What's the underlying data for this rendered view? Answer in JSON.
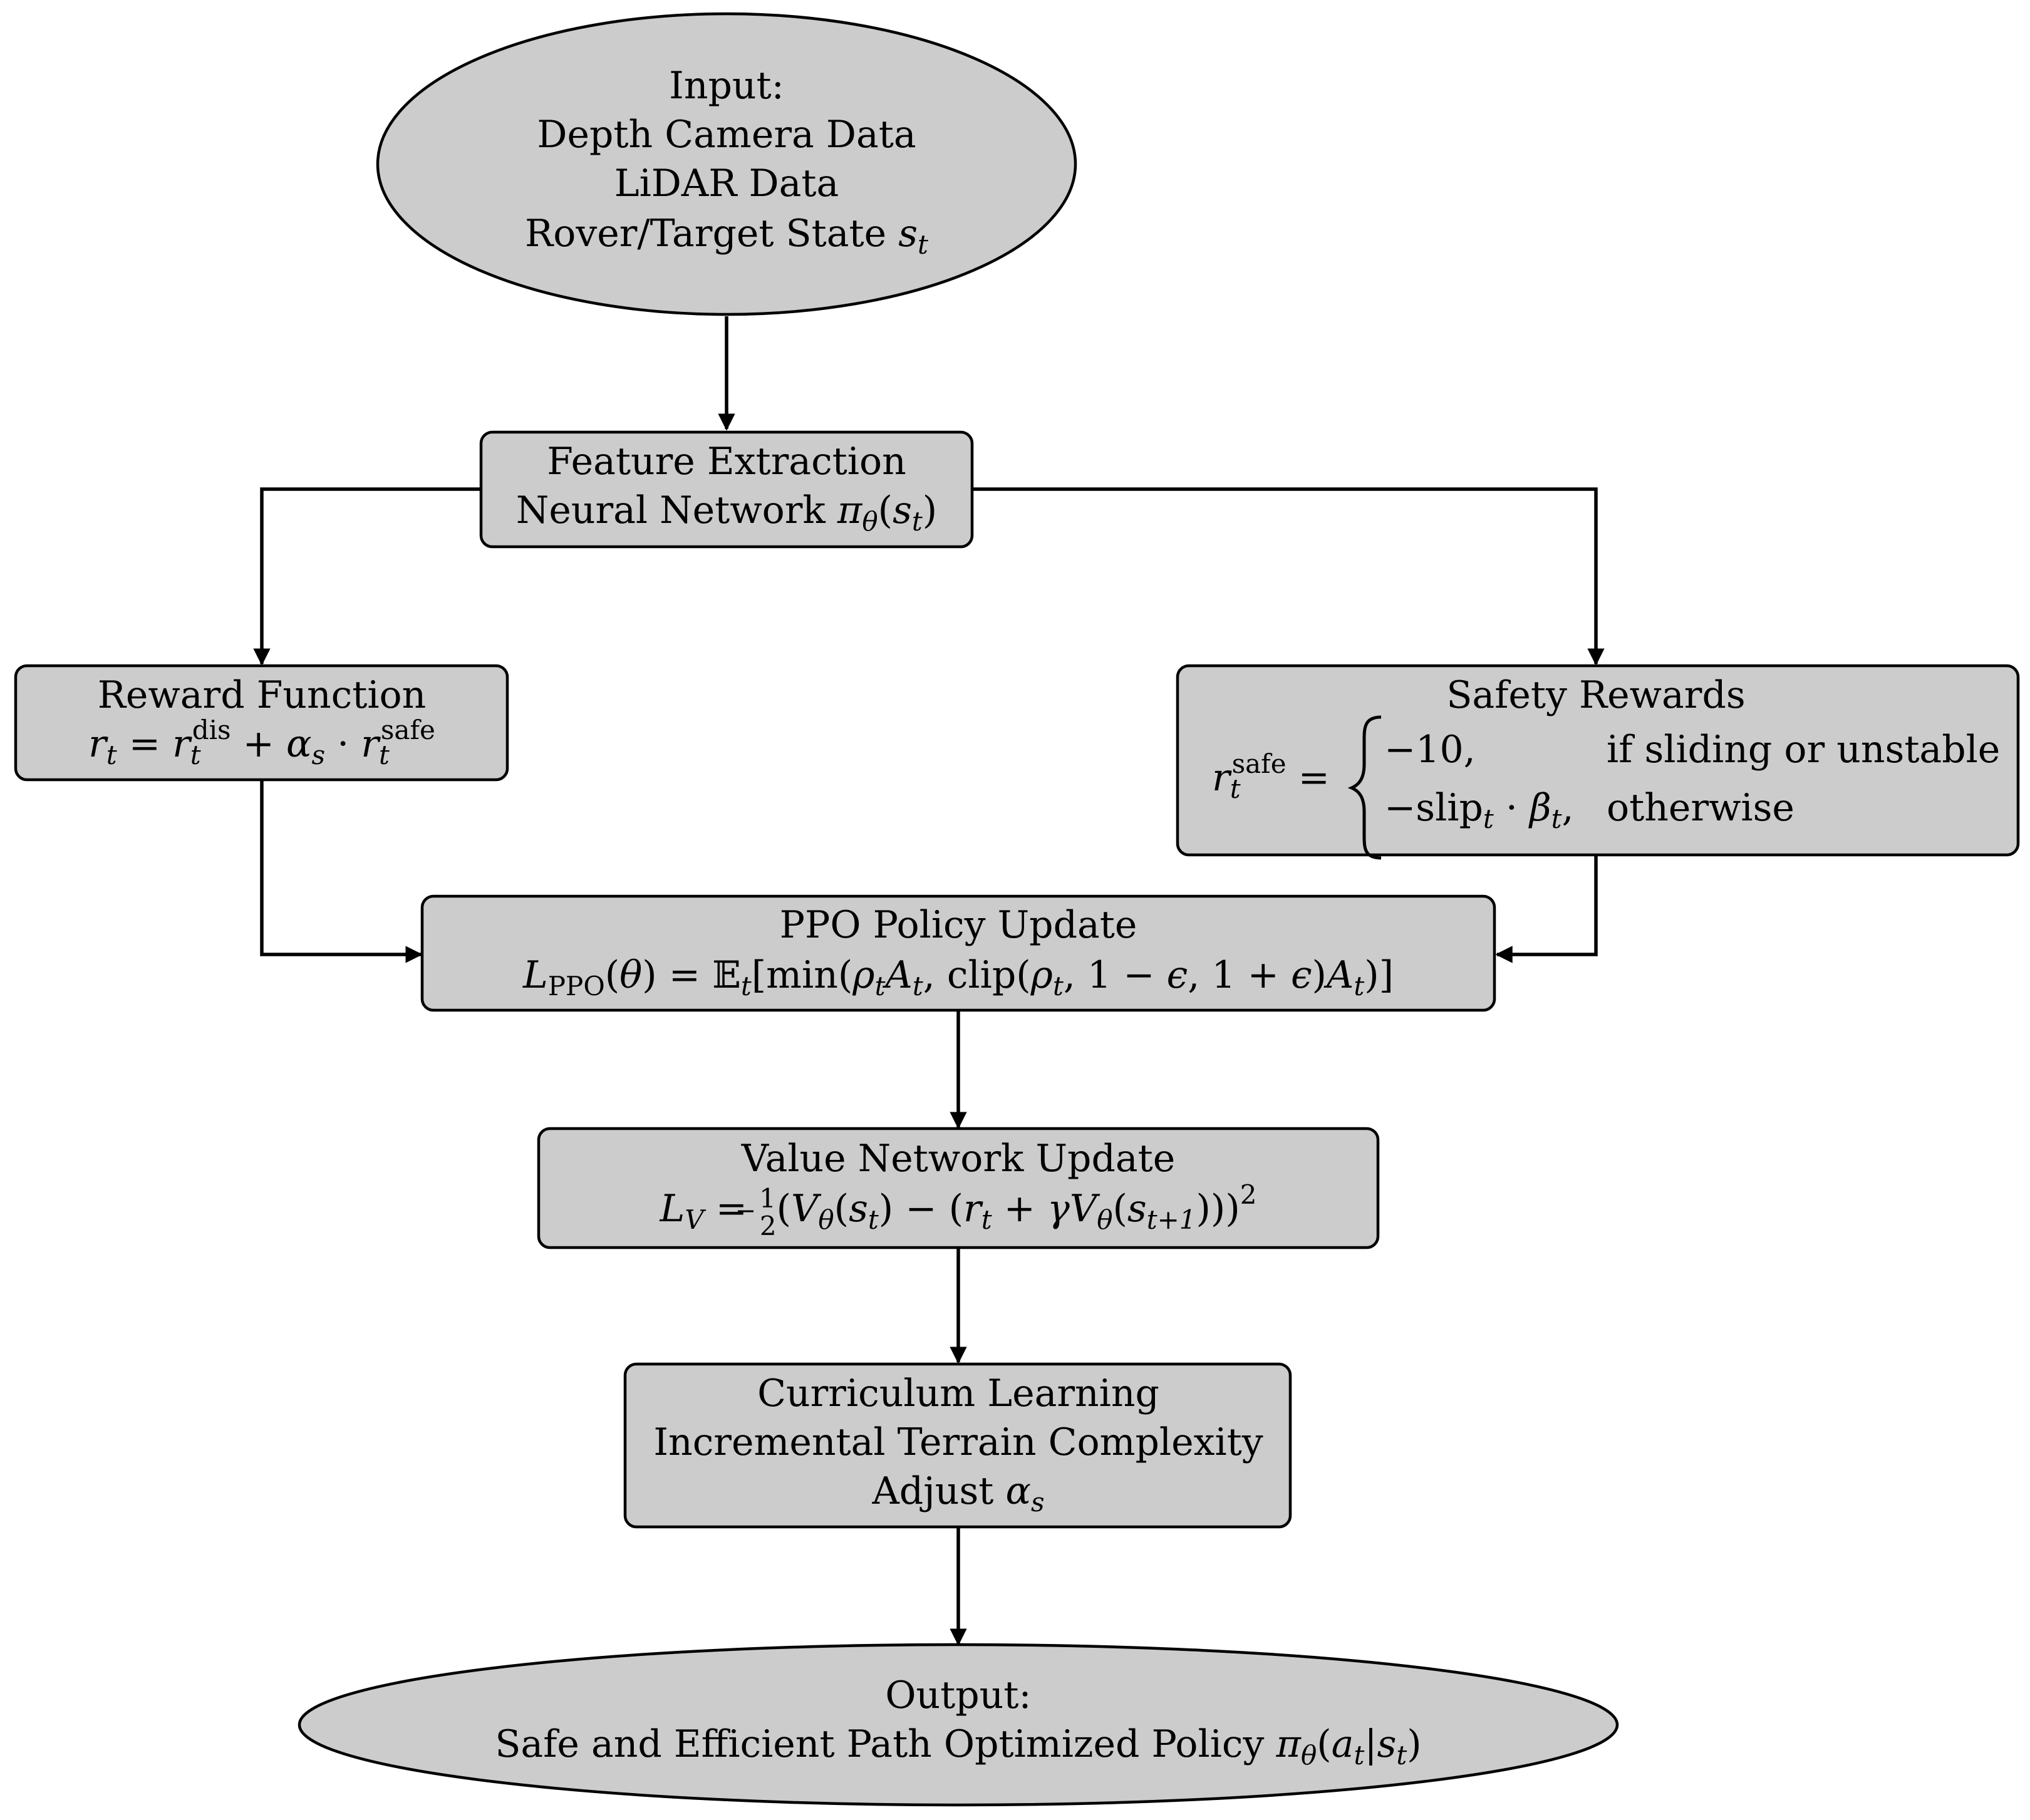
{
  "nodes": {
    "input": {
      "lines": [
        "Input:",
        "Depth Camera Data",
        "LiDAR Data",
        "Rover/Target State"
      ],
      "state_symbol": "s",
      "state_sub": "t"
    },
    "feature": {
      "line1": "Feature Extraction",
      "line2": "Neural Network",
      "formula": "π_θ(s_t)"
    },
    "reward": {
      "title": "Reward Function",
      "formula": "r_t = r_t^dis + α_s · r_t^safe"
    },
    "safety": {
      "title": "Safety Rewards",
      "lhs": "r_t^safe =",
      "case1_value": "−10,",
      "case1_condition": "if sliding or unstable",
      "case2_value": "−slip_t · β_t,",
      "case2_condition": "otherwise"
    },
    "ppo": {
      "title": "PPO Policy Update",
      "formula": "L_PPO(θ) = 𝔼_t[min(ρ_t A_t, clip(ρ_t, 1 − ε, 1 + ε)A_t)]"
    },
    "value": {
      "title": "Value Network Update",
      "formula": "L_V = ½(V_θ(s_t) − (r_t + γV_θ(s_t+1)))²"
    },
    "curriculum": {
      "line1": "Curriculum Learning",
      "line2": "Incremental Terrain Complexity",
      "line3": "Adjust",
      "line3_symbol": "α",
      "line3_sub": "s"
    },
    "output": {
      "line1": "Output:",
      "line2": "Safe and Efficient Path Optimized Policy",
      "formula": "π_θ(a_t|s_t)"
    }
  },
  "edges": [
    {
      "from": "input",
      "to": "feature"
    },
    {
      "from": "feature",
      "to": "reward"
    },
    {
      "from": "feature",
      "to": "safety"
    },
    {
      "from": "reward",
      "to": "ppo"
    },
    {
      "from": "safety",
      "to": "ppo"
    },
    {
      "from": "ppo",
      "to": "value"
    },
    {
      "from": "value",
      "to": "curriculum"
    },
    {
      "from": "curriculum",
      "to": "output"
    }
  ],
  "colors": {
    "node_fill": "#cccccc",
    "stroke": "#000000",
    "background": "#ffffff"
  }
}
